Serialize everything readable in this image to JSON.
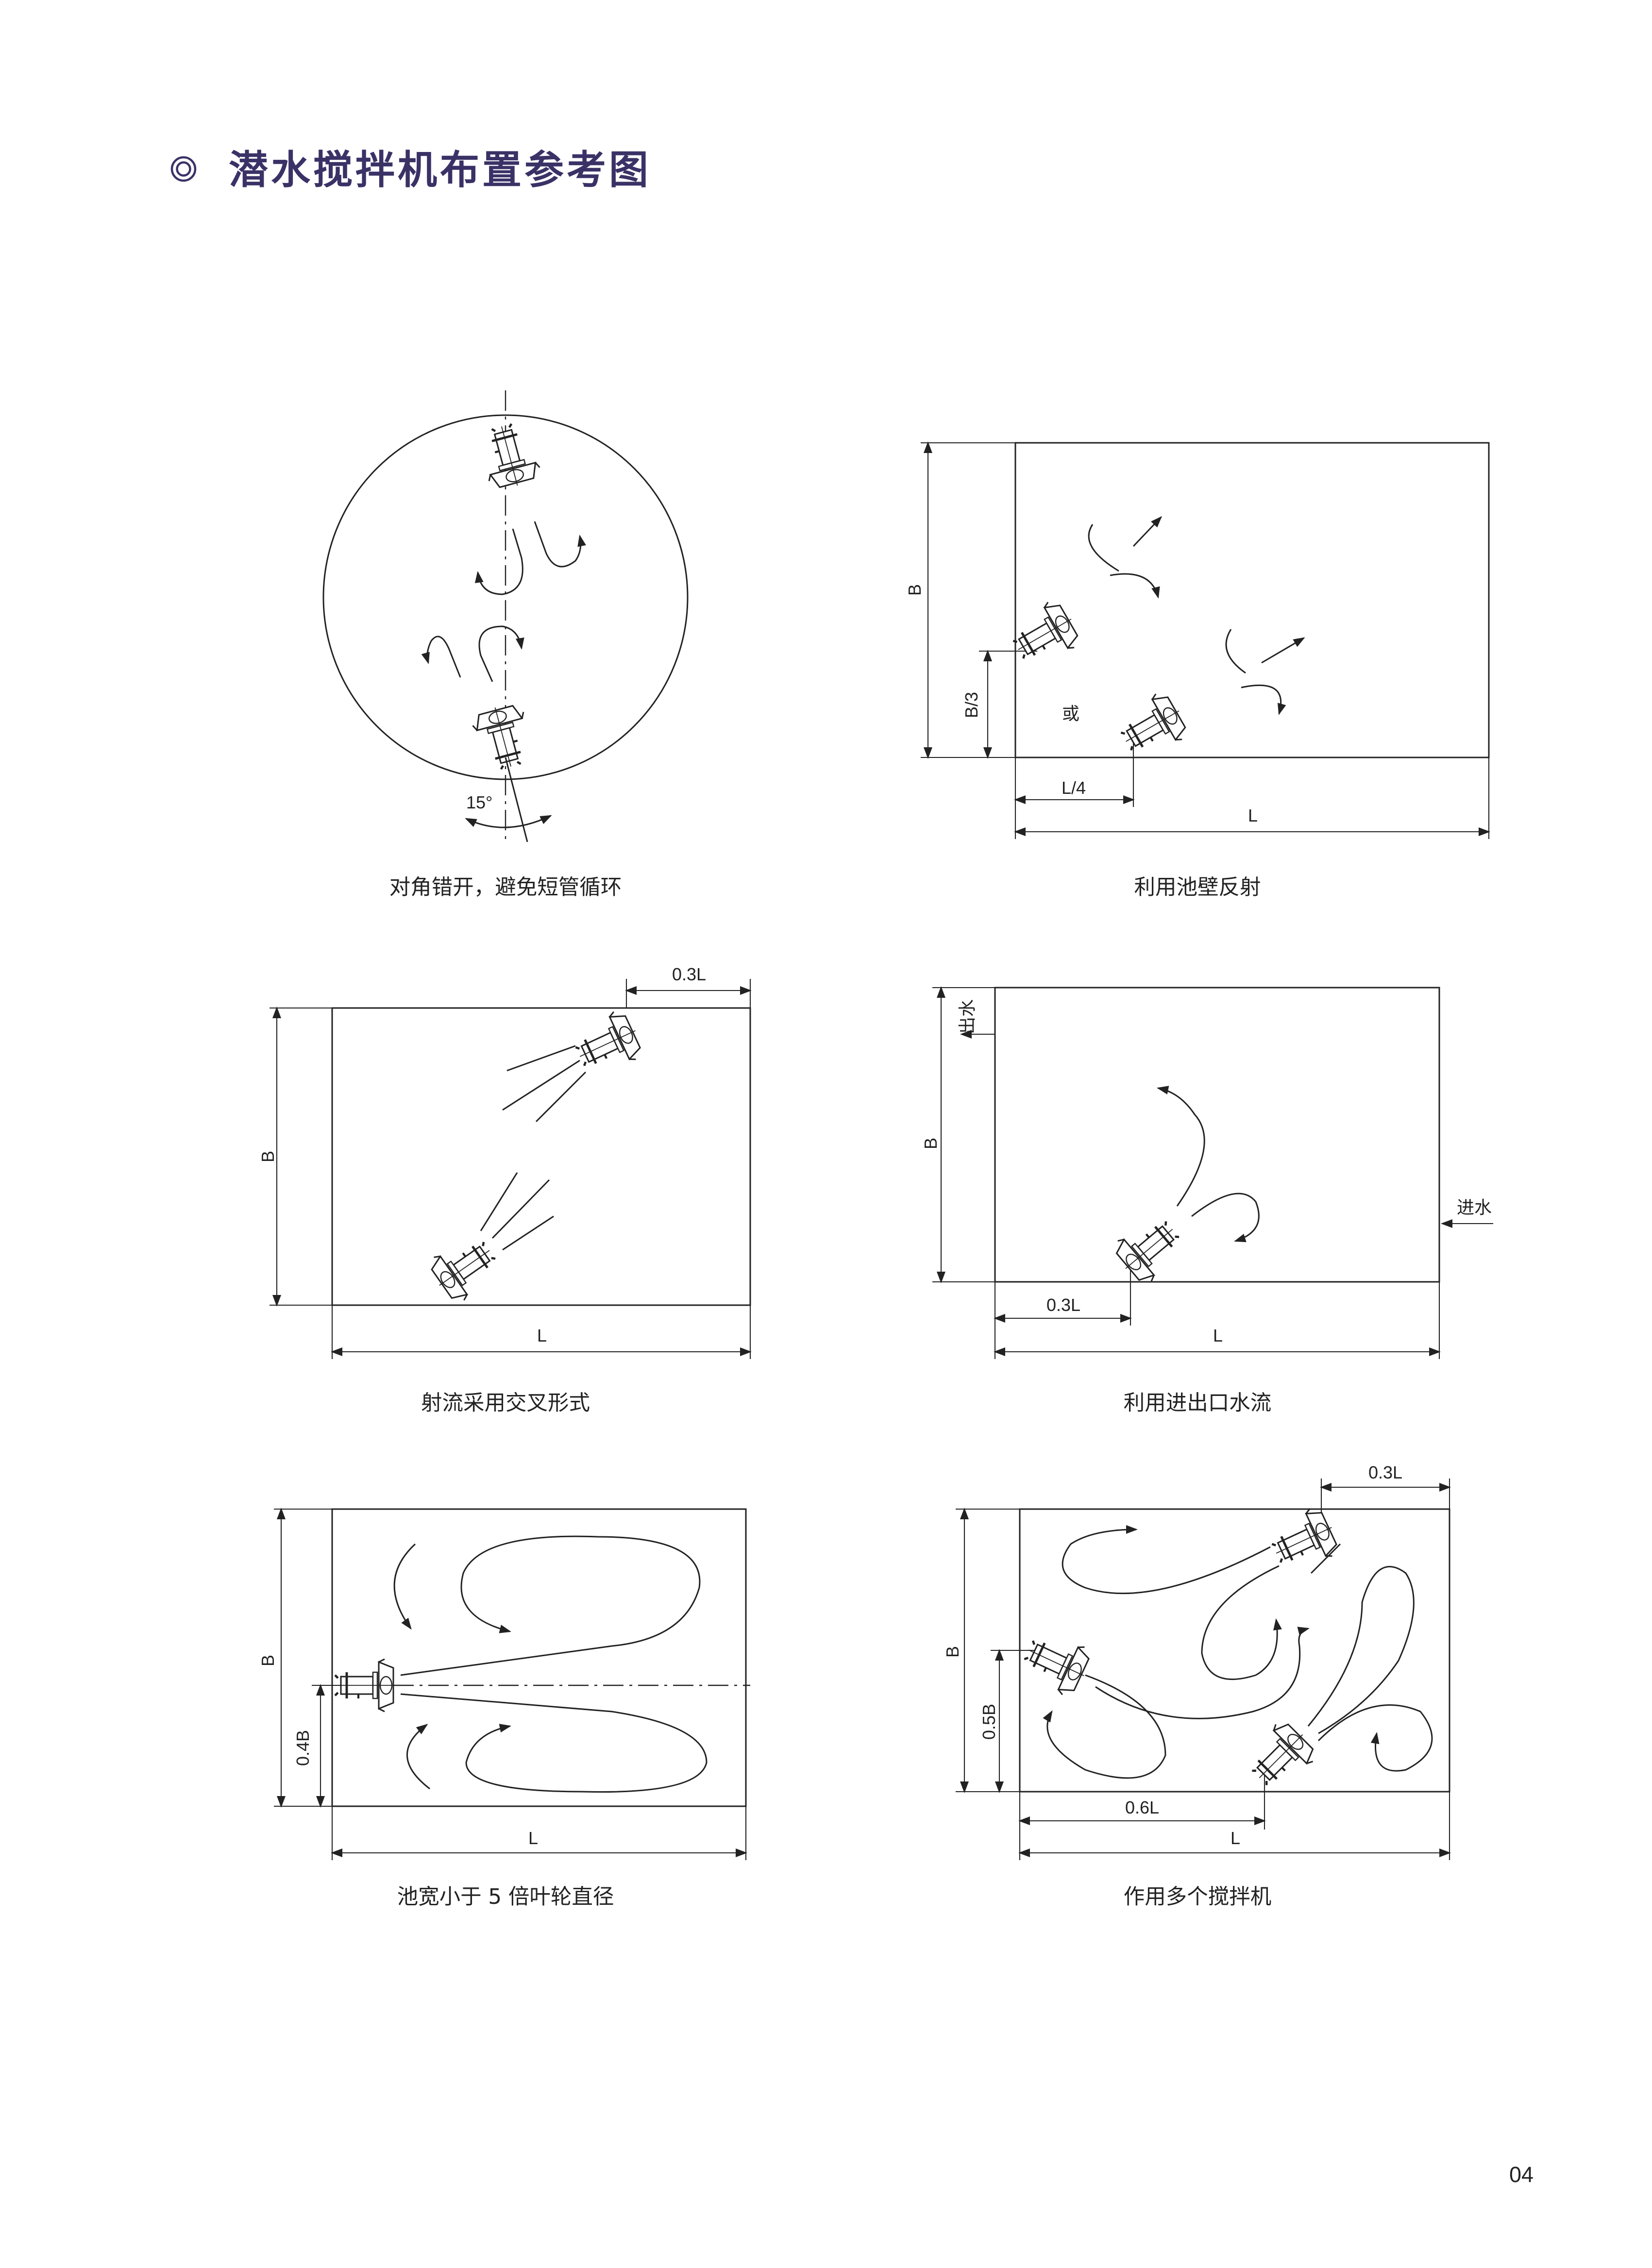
{
  "header": {
    "bullet_icon": "double-circle-icon",
    "title": "潜水搅拌机布置参考图",
    "color": "#3a3266"
  },
  "diagrams": [
    {
      "caption": "对角错开，避免短管循环",
      "angle_label": "15°"
    },
    {
      "caption": "利用池壁反射",
      "dim_b": "B",
      "dim_b3": "B/3",
      "dim_l4": "L/4",
      "dim_l": "L",
      "or_label": "或"
    },
    {
      "caption": "射流采用交叉形式",
      "dim_b": "B",
      "dim_03l": "0.3L",
      "dim_l": "L"
    },
    {
      "caption": "利用进出口水流",
      "dim_b": "B",
      "outlet": "出水",
      "inlet": "进水",
      "dim_03l": "0.3L",
      "dim_l": "L"
    },
    {
      "caption": "池宽小于 5 倍叶轮直径",
      "dim_b": "B",
      "dim_04b": "0.4B",
      "dim_l": "L"
    },
    {
      "caption": "作用多个搅拌机",
      "dim_b": "B",
      "dim_05b": "0.5B",
      "dim_03l": "0.3L",
      "dim_06l": "0.6L",
      "dim_l": "L"
    }
  ],
  "page_number": "04"
}
